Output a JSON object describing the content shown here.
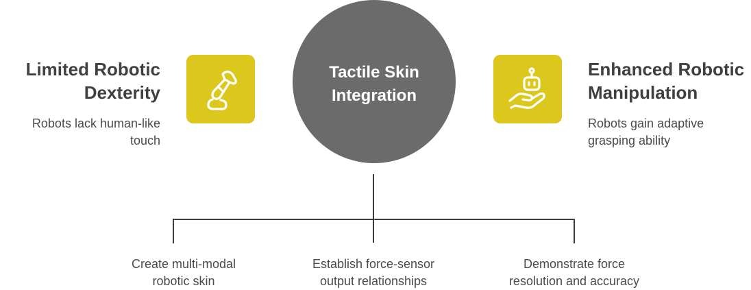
{
  "center": {
    "title": "Tactile Skin\nIntegration"
  },
  "left": {
    "title": "Limited Robotic\nDexterity",
    "description": "Robots lack human-like\ntouch",
    "icon": "robotic-arm-icon"
  },
  "right": {
    "title": "Enhanced Robotic\nManipulation",
    "description": "Robots gain adaptive\ngrasping ability",
    "icon": "robot-on-hand-icon"
  },
  "steps": [
    {
      "label": "Create multi-modal\nrobotic skin"
    },
    {
      "label": "Establish force-sensor\noutput relationships"
    },
    {
      "label": "Demonstrate force\nresolution and accuracy"
    }
  ],
  "colors": {
    "accent": "#dcc81c",
    "circle": "#6b6b6b",
    "connector": "#3d3d3d",
    "text": "#404040"
  }
}
